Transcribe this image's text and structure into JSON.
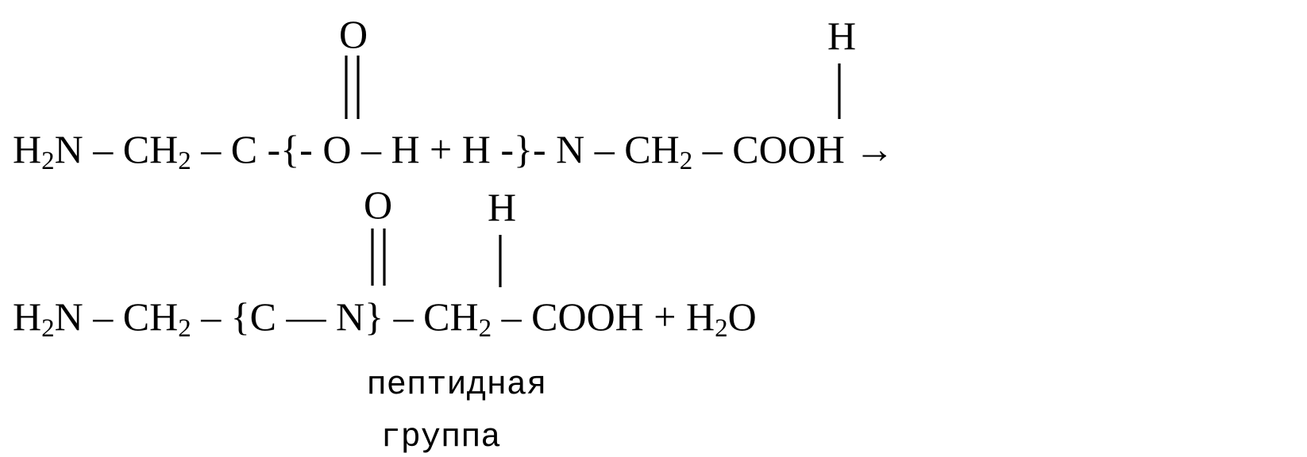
{
  "reaction": {
    "top": {
      "pre": "H",
      "sub1": "2",
      "mid1": "N – CH",
      "sub2": "2",
      "mid2": " – C -{- O – H  + H -}- N – CH",
      "sub3": "2",
      "post": " – COOH →",
      "carbonyl_o": "O",
      "amine_h": "H"
    },
    "bottom": {
      "pre": "H",
      "sub1": "2",
      "mid1": "N – CH",
      "sub2": "2",
      "mid2": " – {C — N} – CH",
      "sub3": "2",
      "mid3": " – COOH + H",
      "sub4": "2",
      "post": "O",
      "carbonyl_o": "O",
      "amine_h": "H"
    },
    "caption_line1": "пептидная",
    "caption_line2": "группа"
  }
}
